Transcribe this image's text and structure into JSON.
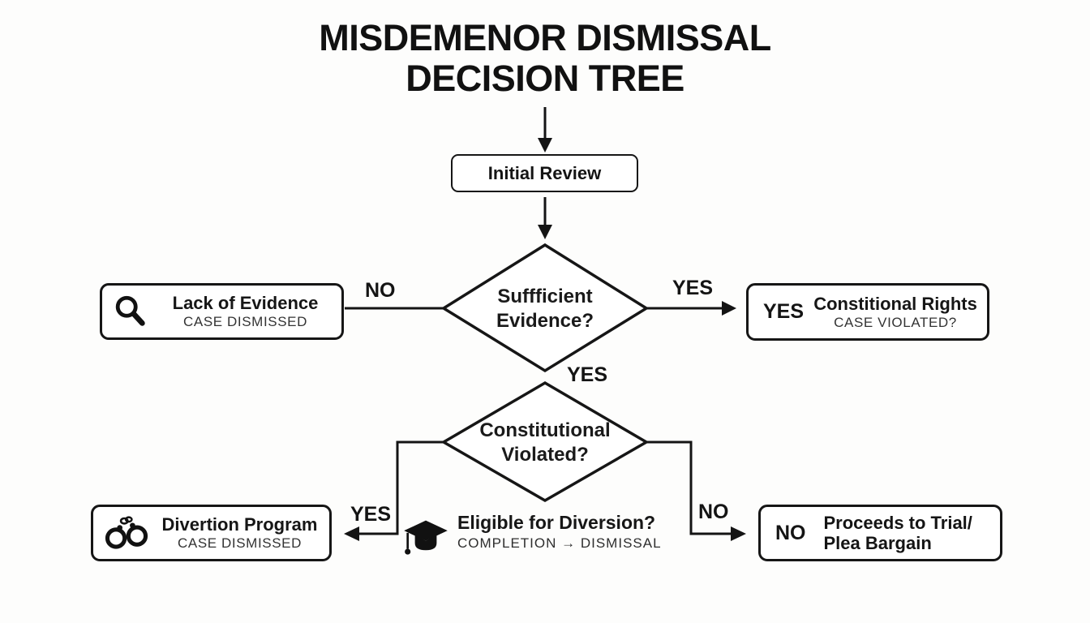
{
  "title": {
    "line1": "MISDEMENOR DISMISSAL",
    "line2": "DECISION TREE"
  },
  "nodes": {
    "initial_review": {
      "label": "Initial Review"
    },
    "sufficient_evidence": {
      "line1": "Suffficient",
      "line2": "Evidence?"
    },
    "lack_of_evidence": {
      "icon": "magnifier-icon",
      "title": "Lack of Evidence",
      "subtitle": "CASE DISMISSED"
    },
    "constitutional_rights": {
      "prefix": "YES",
      "title": "Constitional Rights",
      "subtitle": "CASE VIOLATED?"
    },
    "constitutional_violated": {
      "line1": "Constitutional",
      "line2": "Violated?"
    },
    "diversion_program": {
      "icon": "handcuffs-icon",
      "title": "Divertion Program",
      "subtitle": "CASE DISMISSED"
    },
    "eligible_for_diversion": {
      "icon": "graduation-cap-icon",
      "title": "Eligible for Diversion?",
      "subtitle": "COMPLETION → DISMISSAL"
    },
    "proceeds_to_trial": {
      "prefix": "NO",
      "title_line1": "Proceeds to Trial/",
      "title_line2": "Plea Bargain"
    }
  },
  "edges": {
    "no_left": "NO",
    "yes_right": "YES",
    "yes_mid": "YES",
    "yes_bottom_left": "YES",
    "no_bottom_right": "NO"
  },
  "colors": {
    "ink": "#141414",
    "background": "#fdfdfc",
    "node_fill": "#ffffff"
  }
}
